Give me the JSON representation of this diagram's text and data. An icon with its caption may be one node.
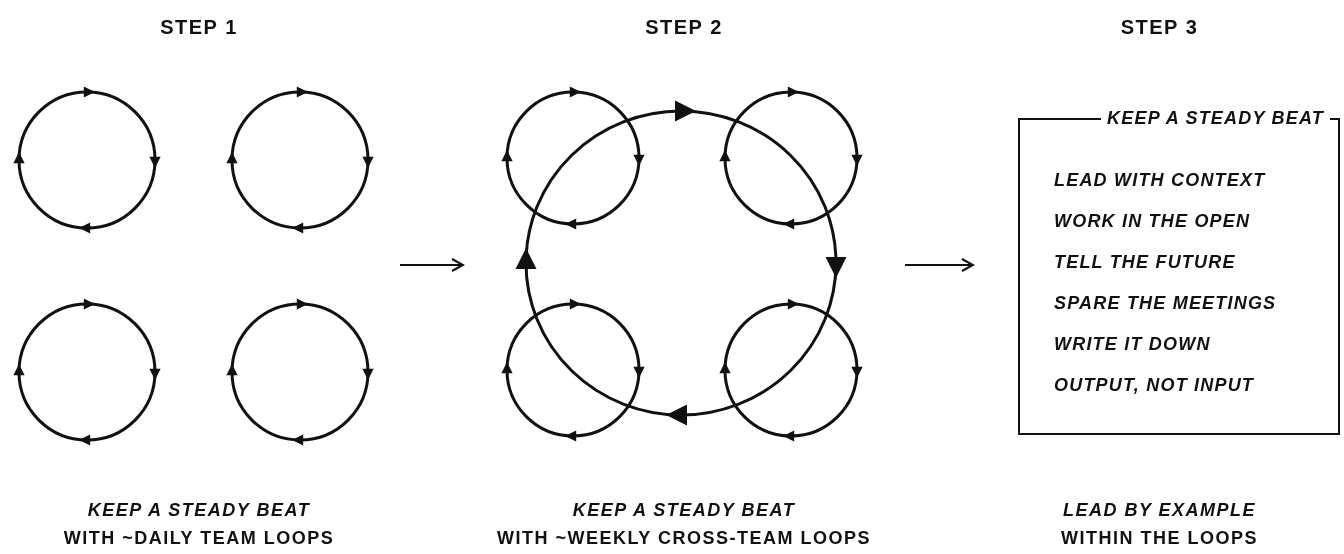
{
  "diagram": {
    "nodes": [
      {
        "text": [
          "STEP 1"
        ],
        "beside": [
          "KEEP A STEADY BEAT",
          "WITH ~DAILY TEAM LOOPS"
        ]
      },
      {
        "text": [],
        "shape": "circle",
        "in": 0
      },
      {
        "text": [],
        "shape": "circle",
        "in": 0
      },
      {
        "text": [],
        "shape": "circle",
        "in": 0
      },
      {
        "text": [],
        "shape": "circle",
        "in": 0
      },
      {
        "text": [
          "STEP 2"
        ],
        "beside": [
          "KEEP A STEADY BEAT",
          "WITH ~WEEKLY CROSS-TEAM LOOPS"
        ]
      },
      {
        "text": [],
        "shape": "circle",
        "in": 5
      },
      {
        "text": [],
        "shape": "circle",
        "in": 5
      },
      {
        "text": [],
        "shape": "circle",
        "in": 5
      },
      {
        "text": [],
        "shape": "circle",
        "in": 5
      },
      {
        "text": [],
        "shape": "circle",
        "in": 5
      },
      {
        "text": [
          "STEP 3"
        ],
        "beside": [
          "LEAD BY EXAMPLE",
          "WITHIN THE LOOPS"
        ]
      },
      {
        "text": [
          "KEEP A STEADY BEAT",
          "LEAD WITH CONTEXT",
          "WORK IN THE OPEN",
          "TELL THE FUTURE",
          "SPARE THE MEETINGS",
          "WRITE IT DOWN",
          "OUTPUT, NOT INPUT"
        ],
        "in": 11
      }
    ],
    "edges": [
      {
        "from": 0,
        "to": 5,
        "arrow": "to"
      },
      {
        "from": 5,
        "to": 11,
        "arrow": "to"
      }
    ]
  }
}
